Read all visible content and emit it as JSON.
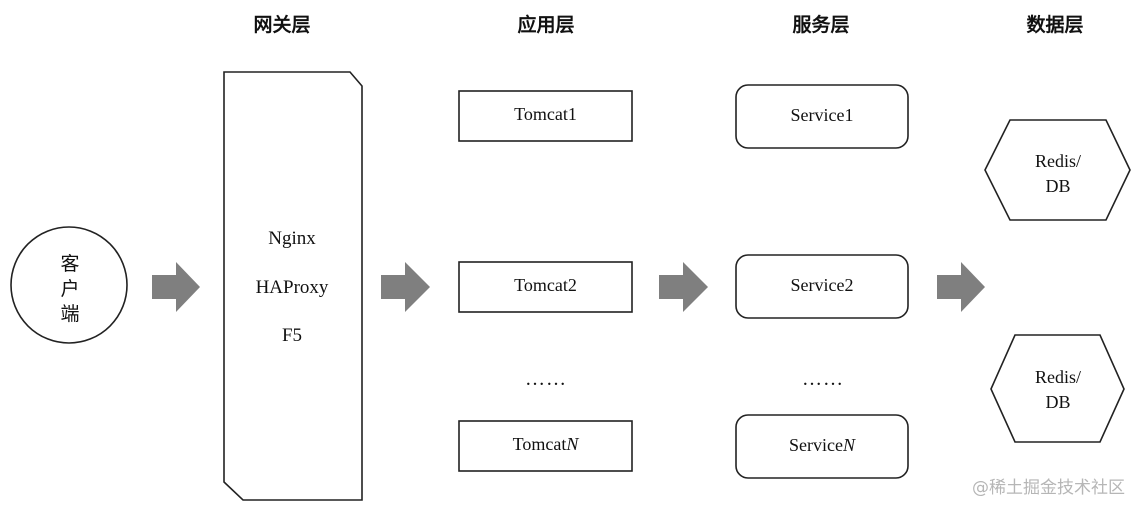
{
  "layers": {
    "gateway": "网关层",
    "application": "应用层",
    "service": "服务层",
    "data": "数据层"
  },
  "client": {
    "chars": [
      "客",
      "户",
      "端"
    ]
  },
  "gateway": {
    "items": [
      "Nginx",
      "HAProxy",
      "F5"
    ]
  },
  "application": {
    "tomcat1": "Tomcat1",
    "tomcat2": "Tomcat2",
    "dots": "……",
    "tomcatN_prefix": "Tomcat",
    "tomcatN_suffix": "N"
  },
  "service": {
    "service1": "Service1",
    "service2": "Service2",
    "dots": "……",
    "serviceN_prefix": "Service",
    "serviceN_suffix": "N"
  },
  "data": {
    "db1": [
      "Redis/",
      "DB"
    ],
    "db2": [
      "Redis/",
      "DB"
    ]
  },
  "watermark": "@稀土掘金技术社区",
  "colors": {
    "arrow": "#7f7f7f",
    "stroke": "#222222"
  }
}
